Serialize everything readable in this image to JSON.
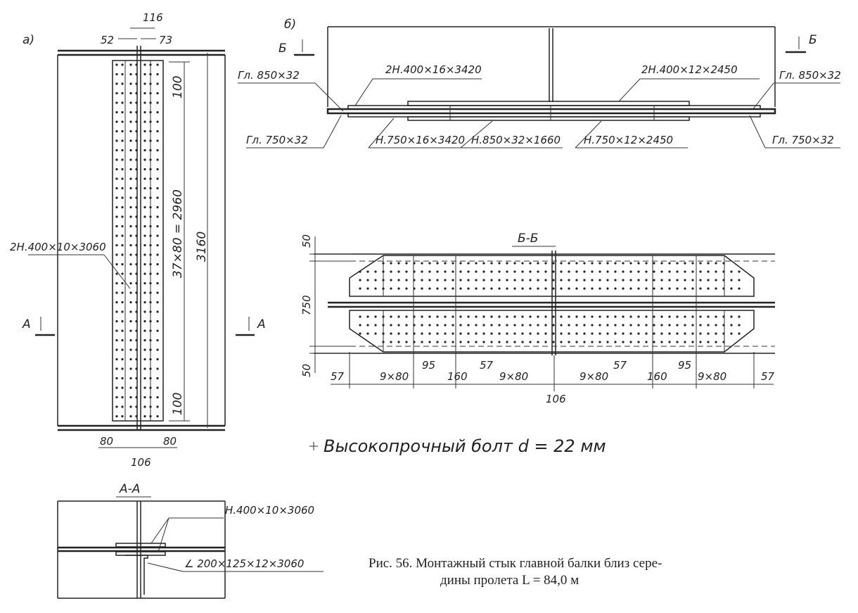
{
  "view_a": {
    "label": "а)",
    "dims": {
      "top": "116",
      "left": "52",
      "right": "73",
      "pitch": "37×80 = 2960",
      "overall": "3160",
      "end_top": "100",
      "end_bottom": "100",
      "bottom_left": "80",
      "bottom_right": "80",
      "bottom_center": "106"
    },
    "plate": "2Н.400×10×3060",
    "section_mark": "А"
  },
  "section_aa": {
    "title": "А-А",
    "plate": "Н.400×10×3060",
    "angle": "∠ 200×125×12×3060"
  },
  "view_b": {
    "label": "б)",
    "section_mark": "Б",
    "labels": {
      "tl": "Гл. 850×32",
      "bl": "Гл. 750×32",
      "top1": "2Н.400×16×3420",
      "top2": "2Н.400×12×2450",
      "tr": "Гл. 850×32",
      "br": "Гл. 750×32",
      "bot1": "Н.750×16×3420",
      "bot2": "Н.850×32×1660",
      "bot3": "Н.750×12×2450"
    }
  },
  "section_bb": {
    "title": "Б-Б",
    "dims": {
      "v50a": "50",
      "v750": "750",
      "v50b": "50",
      "d57a": "57",
      "d980a": "9×80",
      "d95a": "95",
      "d160a": "160",
      "d57b": "57",
      "d980b": "9×80",
      "d106": "106",
      "d980c": "9×80",
      "d57c": "57",
      "d160b": "160",
      "d95b": "95",
      "d980d": "9×80",
      "d57d": "57"
    }
  },
  "legend": "Высокопрочный болт d = 22 мм",
  "caption": {
    "line1": "Рис. 56. Монтажный стык главной балки близ сере-",
    "line2": "дины пролета L = 84,0 м"
  }
}
